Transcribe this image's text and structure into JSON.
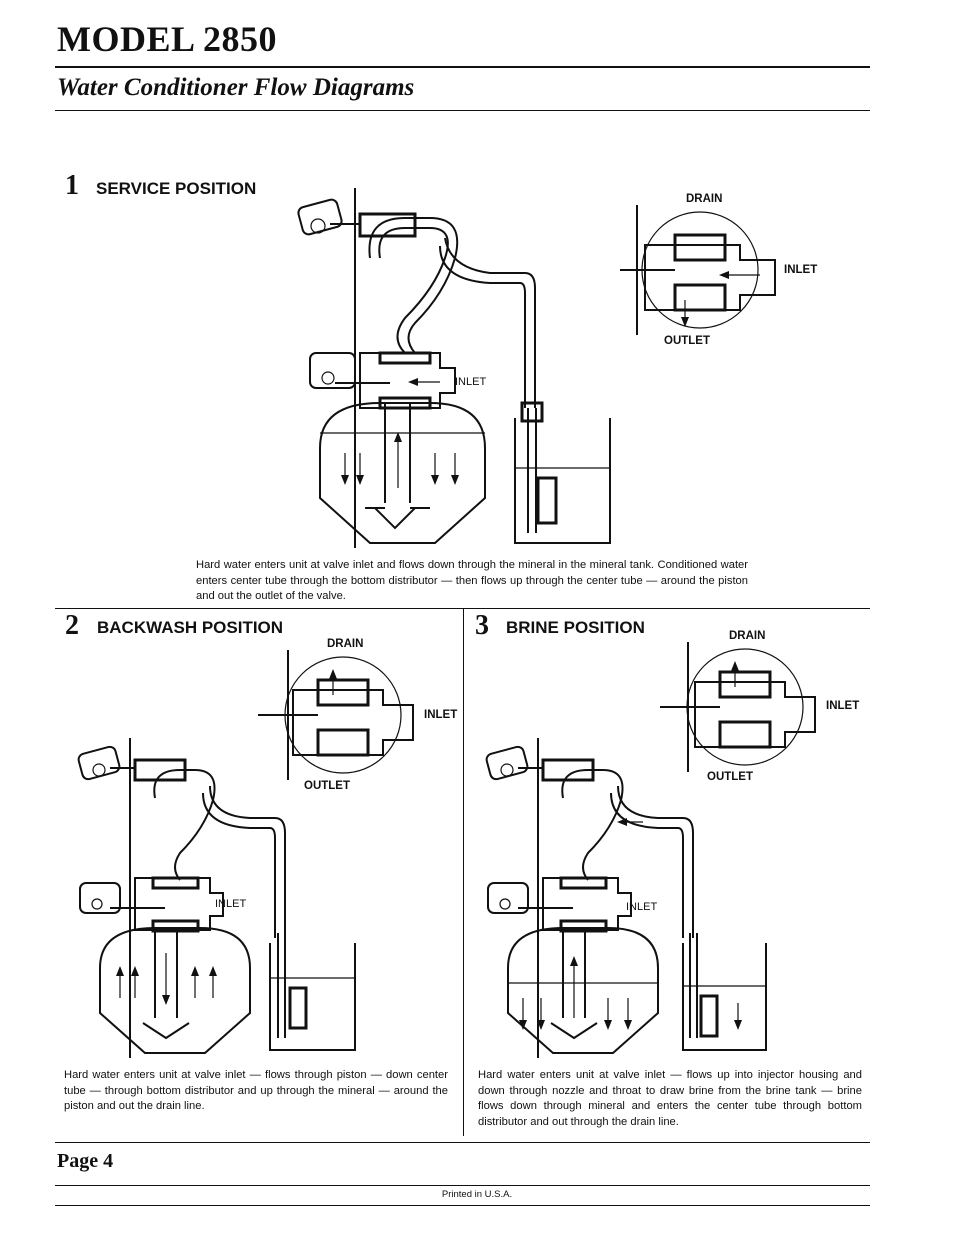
{
  "header": {
    "title": "MODEL 2850",
    "subtitle": "Water Conditioner Flow Diagrams"
  },
  "sections": [
    {
      "number": "1",
      "title": "SERVICE POSITION",
      "labels": {
        "inlet": "INLET",
        "drain": "DRAIN",
        "valve_inlet": "INLET",
        "outlet": "OUTLET"
      },
      "description": "Hard water enters unit at valve inlet and flows down through the mineral in the mineral tank. Conditioned water enters center tube through the bottom distributor — then flows up through the center tube — around the piston and out the outlet of the valve."
    },
    {
      "number": "2",
      "title": "BACKWASH POSITION",
      "labels": {
        "inlet": "INLET",
        "drain": "DRAIN",
        "valve_inlet": "INLET",
        "outlet": "OUTLET"
      },
      "description": "Hard water enters unit at valve inlet — flows through piston — down center tube — through bottom distributor and up through the mineral — around the piston and out the drain line."
    },
    {
      "number": "3",
      "title": "BRINE POSITION",
      "labels": {
        "inlet": "INLET",
        "drain": "DRAIN",
        "valve_inlet": "INLET",
        "outlet": "OUTLET"
      },
      "description": "Hard water enters unit at valve inlet — flows up into injector housing and down through nozzle and throat to draw brine from the brine tank — brine flows down through mineral and enters the center tube through bottom distributor and out through the drain line."
    }
  ],
  "footer": {
    "page_label": "Page 4",
    "printed": "Printed in U.S.A."
  }
}
